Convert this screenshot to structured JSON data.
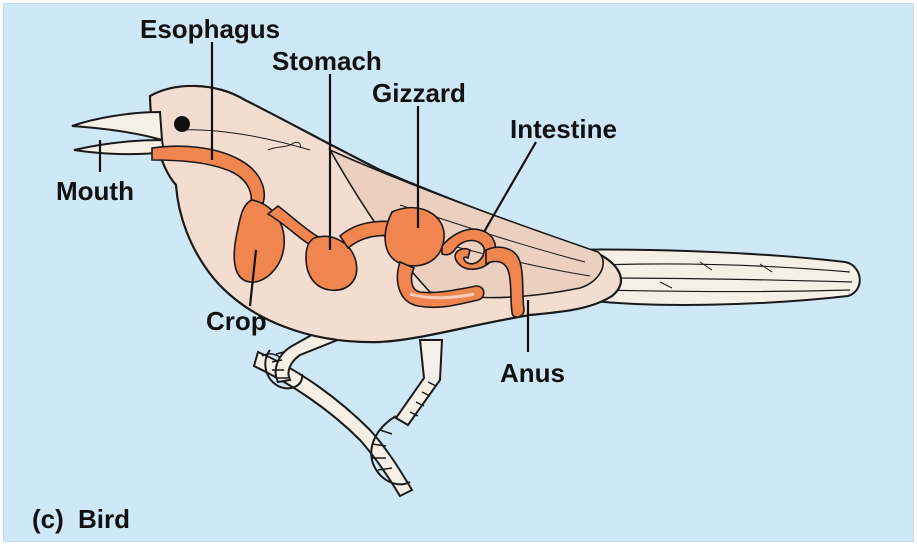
{
  "colors": {
    "background": "#cfe8f8",
    "body": "#f3ddd0",
    "body_shade": "#e9c7b3",
    "digestive_tract": "#f08550",
    "outline": "#1a1a1a"
  },
  "labels": {
    "esophagus": "Esophagus",
    "stomach": "Stomach",
    "gizzard": "Gizzard",
    "intestine": "Intestine",
    "mouth": "Mouth",
    "crop": "Crop",
    "anus": "Anus"
  },
  "caption": {
    "letter": "(c)",
    "title": "Bird"
  }
}
